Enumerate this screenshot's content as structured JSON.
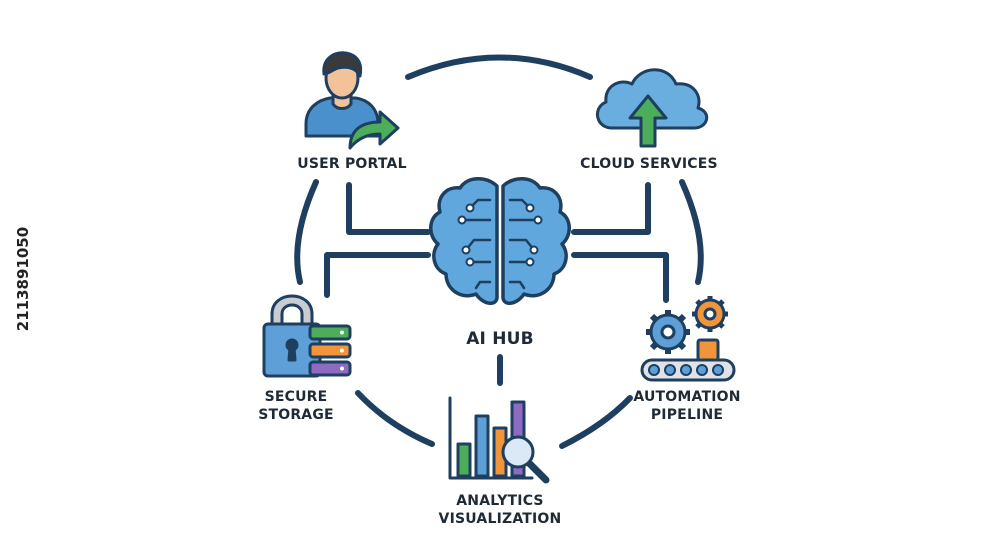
{
  "hub": {
    "label": "AI HUB"
  },
  "nodes": {
    "user_portal": {
      "label": "USER PORTAL"
    },
    "cloud_services": {
      "label": "CLOUD SERVICES"
    },
    "secure_storage": {
      "label_line1": "SECURE",
      "label_line2": "STORAGE"
    },
    "automation_pipeline": {
      "label_line1": "AUTOMATION",
      "label_line2": "PIPELINE"
    },
    "analytics_visualization": {
      "label_line1": "ANALYTICS",
      "label_line2": "VISUALIZATION"
    }
  },
  "stock_id": "2113891050",
  "colors": {
    "line": "#1e3f5f",
    "brain": "#5fa7dc",
    "cloud": "#6aaee0",
    "arrow": "#4cae5a",
    "skin": "#f2c29a",
    "shirt": "#4a90cc",
    "lock": "#5d9fd6",
    "storage_green": "#4cae5a",
    "storage_orange": "#f2953a",
    "storage_purple": "#8e6bc1",
    "gear_blue": "#5d9fd6",
    "gear_orange": "#f2953a",
    "chart_green": "#4cae5a",
    "chart_blue": "#5d9fd6",
    "chart_orange": "#f2953a",
    "chart_purple": "#8e6bc1"
  },
  "icons": [
    "user-arrow-icon",
    "cloud-upload-icon",
    "brain-circuit-icon",
    "lock-server-icon",
    "gears-conveyor-icon",
    "bar-chart-magnifier-icon"
  ]
}
